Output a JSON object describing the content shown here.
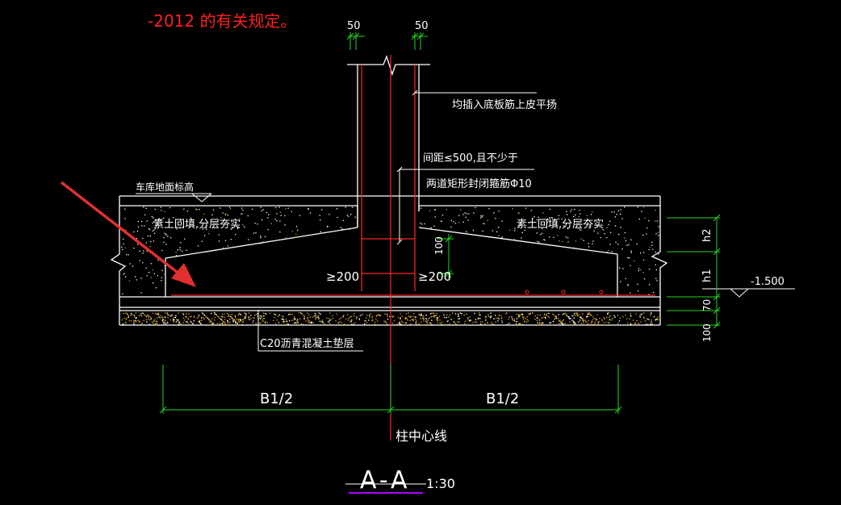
{
  "colors": {
    "background": "#000000",
    "outline": "#ffffff",
    "rebar": "#ff2a2a",
    "dimension": "#22d622",
    "note_red": "#ff2020",
    "title_underline": "#b000ff",
    "aggregate": "#d4a017",
    "arrow": "#e03030"
  },
  "header_note": "-2012 的有关规定。",
  "labels": {
    "garage_floor": "车库地面标高",
    "backfill_left": "素土回填,分层夯实",
    "backfill_right": "素土回填,分层夯实",
    "dowel_note": "均插入底板筋上皮平扬",
    "stirrup_note_1": "间距≤500,且不少于",
    "stirrup_note_2": "两道矩形封闭箍筋Φ10",
    "anchor_left": "≥200",
    "anchor_right": "≥200",
    "cushion": "C20沥青混凝土垫层",
    "center_line": "柱中心线",
    "elevation": "-1.500"
  },
  "dimensions": {
    "top_left": "50",
    "top_right": "50",
    "spacing_100": "100",
    "right_h2": "h2",
    "right_h1": "h1",
    "right_70": "70",
    "right_100": "100",
    "b_left": "B1/2",
    "b_right": "B1/2"
  },
  "title": {
    "section": "A-A",
    "scale": "1:30"
  }
}
